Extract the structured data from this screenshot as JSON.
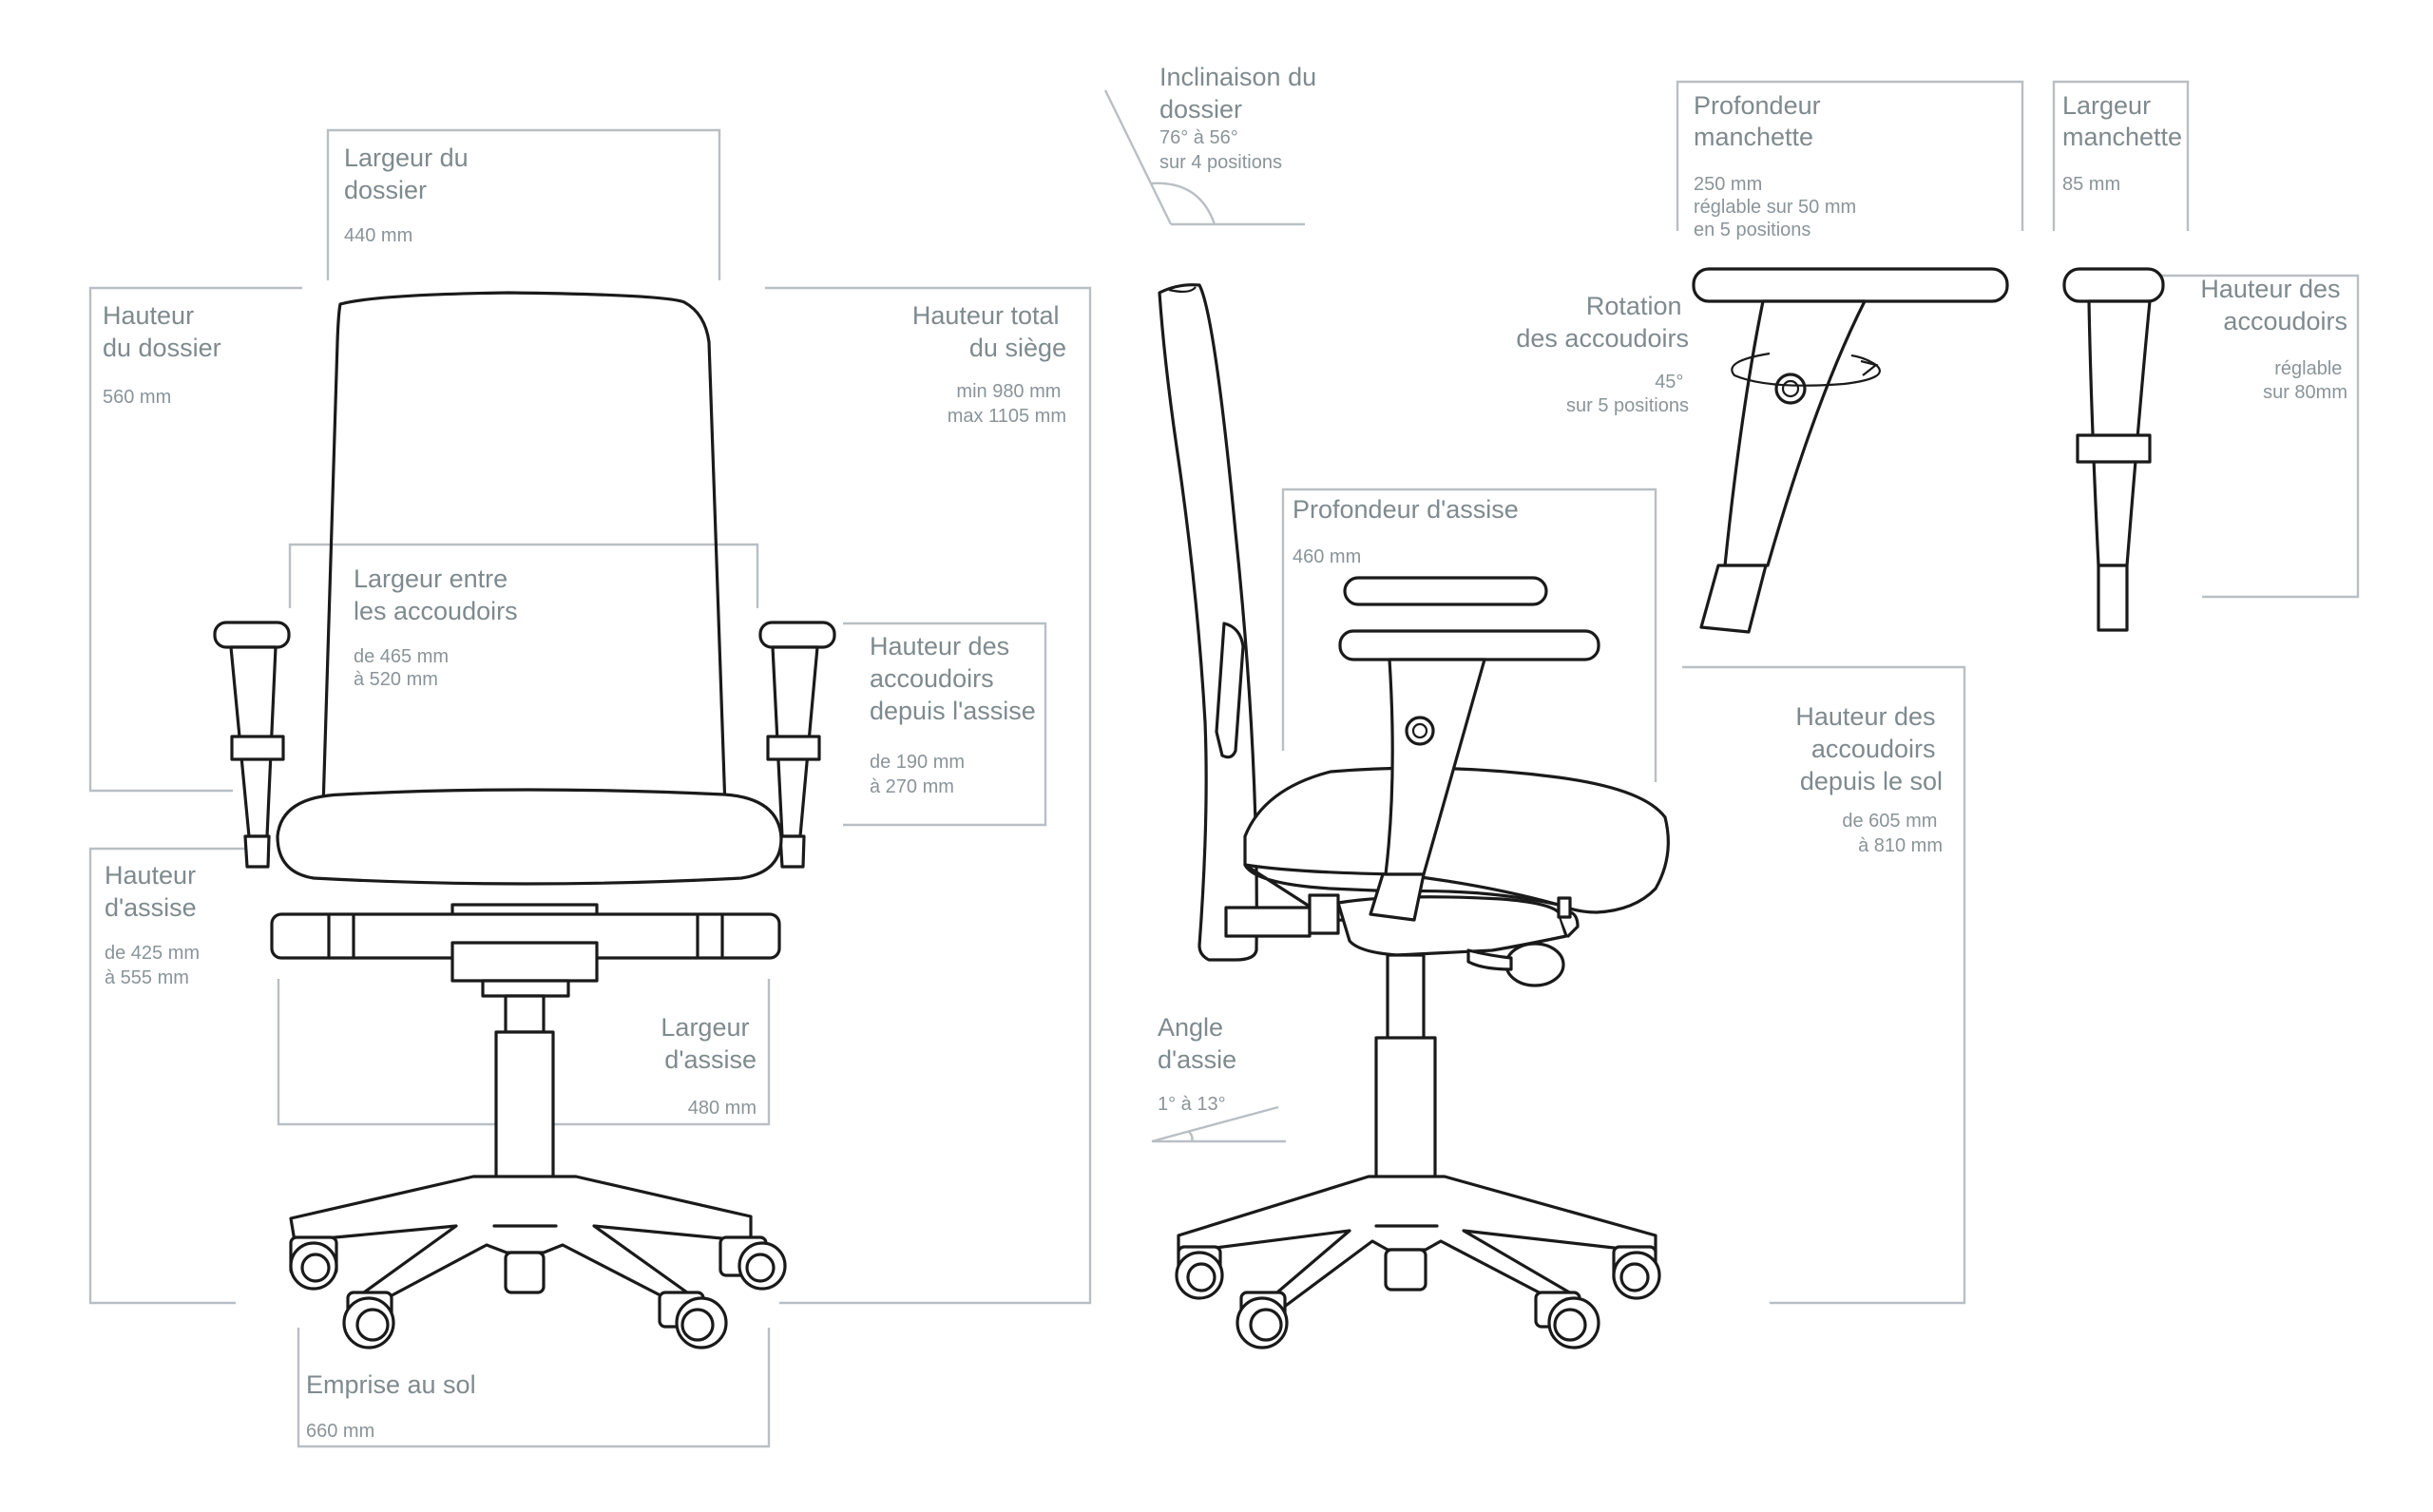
{
  "labels": {
    "largeur_dossier": {
      "title": [
        "Largeur du",
        "dossier"
      ],
      "value": [
        "440 mm"
      ]
    },
    "hauteur_dossier": {
      "title": [
        "Hauteur",
        "du dossier"
      ],
      "value": [
        "560 mm"
      ]
    },
    "hauteur_total": {
      "title": [
        "Hauteur total",
        "du siège"
      ],
      "value": [
        "min 980 mm",
        "max 1105 mm"
      ]
    },
    "largeur_accoudoirs": {
      "title": [
        "Largeur entre",
        "les accoudoirs"
      ],
      "value": [
        "de 465 mm",
        "à 520 mm"
      ]
    },
    "hauteur_accoudoirs_assise": {
      "title": [
        "Hauteur des",
        "accoudoirs",
        "depuis l'assise"
      ],
      "value": [
        "de 190 mm",
        "à 270 mm"
      ]
    },
    "hauteur_assise": {
      "title": [
        "Hauteur",
        "d'assise"
      ],
      "value": [
        "de 425 mm",
        "à 555 mm"
      ]
    },
    "largeur_assise": {
      "title": [
        "Largeur",
        "d'assise"
      ],
      "value": [
        "480 mm"
      ]
    },
    "emprise_sol": {
      "title": [
        "Emprise au sol"
      ],
      "value": [
        "660 mm"
      ]
    },
    "inclinaison_dossier": {
      "title": [
        "Inclinaison du",
        "dossier"
      ],
      "value": [
        "76° à 56°",
        "sur 4 positions"
      ]
    },
    "profondeur_manchette": {
      "title": [
        "Profondeur",
        "manchette"
      ],
      "value": [
        "250 mm",
        "réglable sur 50 mm",
        "en 5 positions"
      ]
    },
    "largeur_manchette": {
      "title": [
        "Largeur",
        "manchette"
      ],
      "value": [
        "85 mm"
      ]
    },
    "rotation_accoudoirs": {
      "title": [
        "Rotation",
        "des accoudoirs"
      ],
      "value": [
        "45°",
        "sur 5 positions"
      ]
    },
    "hauteur_accoudoirs": {
      "title": [
        "Hauteur des",
        "accoudoirs"
      ],
      "value": [
        "réglable",
        "sur 80mm"
      ]
    },
    "profondeur_assise": {
      "title": [
        "Profondeur d'assise"
      ],
      "value": [
        "460 mm"
      ]
    },
    "hauteur_accoudoirs_sol": {
      "title": [
        "Hauteur des",
        "accoudoirs",
        "depuis le sol"
      ],
      "value": [
        "de 605 mm",
        "à 810 mm"
      ]
    },
    "angle_assise": {
      "title": [
        "Angle",
        "d'assie"
      ],
      "value": [
        "1° à 13°"
      ]
    }
  },
  "colors": {
    "line": "#1a1a1a",
    "dimension_line": "#b9bfc4",
    "label_text": "#7f8a8e"
  }
}
